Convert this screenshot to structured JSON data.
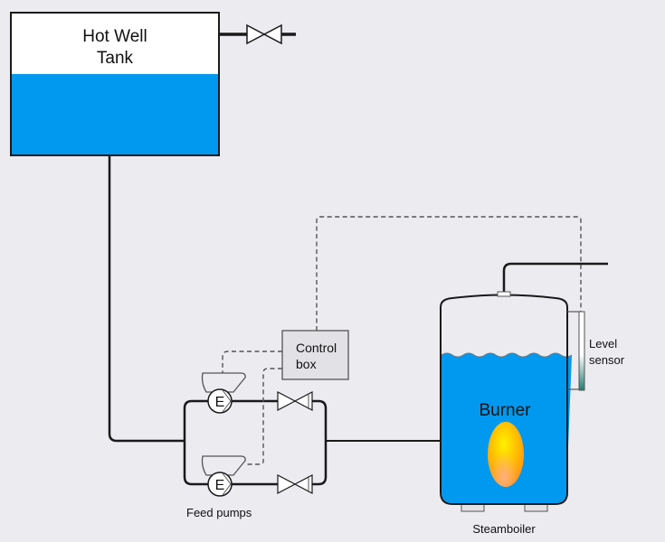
{
  "diagram": {
    "title": "Boiler feed water system",
    "colors": {
      "background": "#ebebf0",
      "water": "#0199ef",
      "line": "#1a1a1a",
      "dashed": "#555555",
      "control_box_fill": "#e2e2e6",
      "flame_outer": "#ff9a1a",
      "flame_inner": "#ffe600"
    },
    "hot_well_tank": {
      "label_line1": "Hot Well",
      "label_line2": "Tank",
      "fill_level": 0.57
    },
    "control_box": {
      "label_line1": "Control",
      "label_line2": "box"
    },
    "feed_pumps": {
      "label": "Feed pumps",
      "pump_symbol": "E",
      "count": 2
    },
    "steam_boiler": {
      "label": "Steamboiler",
      "burner_label": "Burner",
      "fill_level": 0.71
    },
    "level_sensor": {
      "label_line1": "Level",
      "label_line2": "sensor"
    },
    "valves": [
      "tank-vent-valve",
      "feed-valve-upper",
      "feed-valve-lower"
    ]
  }
}
